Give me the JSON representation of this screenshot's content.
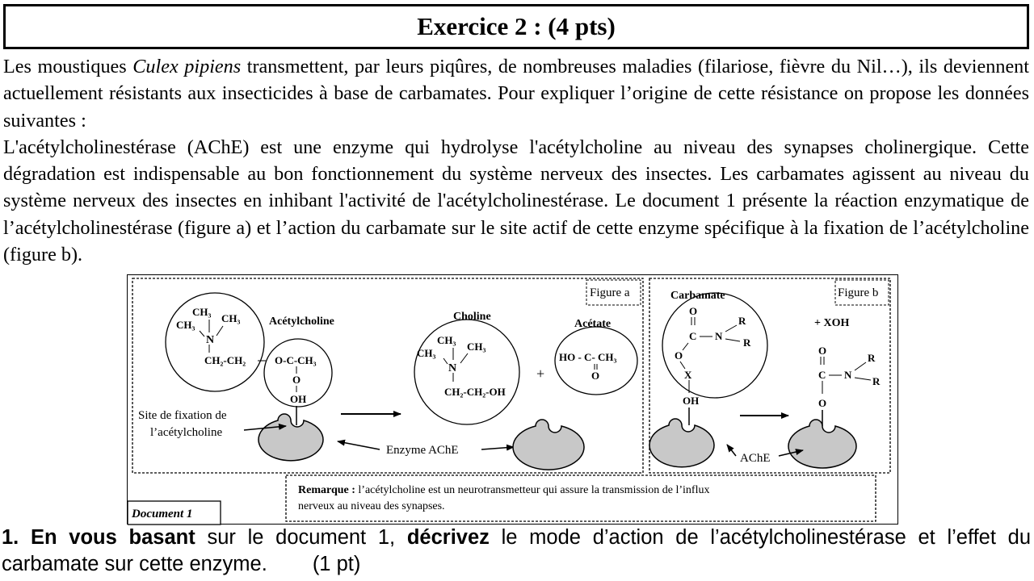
{
  "header": {
    "title": "Exercice 2 : (4 pts)"
  },
  "intro": {
    "p1_before": "Les moustiques ",
    "p1_species": "Culex pipiens",
    "p1_after": " transmettent, par leurs piqûres, de nombreuses maladies (filariose, fièvre du Nil…), ils deviennent actuellement résistants aux insecticides à base de carbamates. Pour expliquer l’origine de cette résistance on propose les données suivantes :",
    "p2": "L'acétylcholinestérase (AChE) est une enzyme qui hydrolyse l'acétylcholine au niveau des synapses cholinergique. Cette dégradation est indispensable au bon fonctionnement du système nerveux des insectes. Les carbamates agissent au niveau du système nerveux des insectes en inhibant l'activité de l'acétylcholinestérase. Le document 1 présente la réaction enzymatique de l’acétylcholinestérase (figure a) et l’action du carbamate sur le site actif de cette enzyme spécifique à la fixation de l’acétylcholine (figure b)."
  },
  "document": {
    "label": "Document 1",
    "figure_a": {
      "tag": "Figure a",
      "acetylcholine": "Acétylcholine",
      "choline": "Choline",
      "acetate": "Acétate",
      "ch3": "CH₃",
      "n": "N",
      "ch2ch2": "CH₂-CH₂",
      "oc_ch3": "O-C-CH₃",
      "o": "O",
      "oh": "OH",
      "ch2ch2oh": "CH₂-CH₂-OH",
      "ho_c_ch3": "HO - C- CH₃",
      "plus": "+",
      "site_line1": "Site de fixation de",
      "site_line2": "l’acétylcholine",
      "enzyme": "Enzyme  AChE"
    },
    "figure_b": {
      "tag": "Figure b",
      "carbamate": "Carbamate",
      "xoh": "+ XOH",
      "o": "O",
      "c": "C",
      "n": "N",
      "r": "R",
      "x": "X",
      "oh": "OH",
      "ache": "AChE"
    },
    "remark_label": "Remarque :",
    "remark_line1": " l’acétylcholine est un neurotransmetteur qui assure la transmission de l’influx",
    "remark_line2": "nerveux au niveau des synapses."
  },
  "question": {
    "number": "1.",
    "bold1": " En vous basant",
    "text1": " sur le document 1, ",
    "bold2": "décrivez",
    "text2": " le mode d’action de l’acétylcholinestérase et l’effet du carbamate sur cette enzyme.",
    "points": "(1 pt)"
  },
  "colors": {
    "enzyme_fill": "#c8c8c8",
    "border": "#000000"
  }
}
